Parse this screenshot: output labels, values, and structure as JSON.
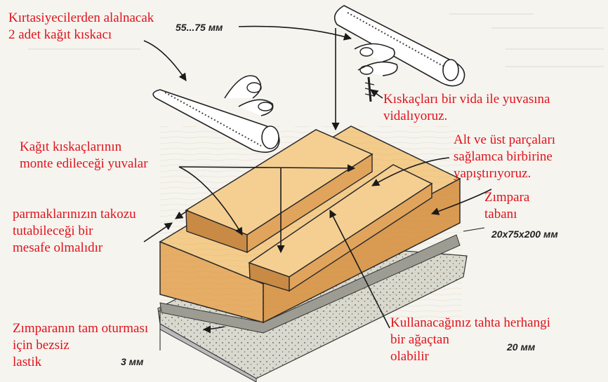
{
  "colors": {
    "label_red": "#e1121b",
    "wood_top": "#f2c98a",
    "wood_side": "#e2a65e",
    "wood_dark": "#c98841",
    "sandpaper": "#dcdcd2",
    "dim_text": "#222222"
  },
  "labels": {
    "clip_source": [
      "Kırtasiyecilerden alalnacak",
      "2 adet kağıt kıskacı"
    ],
    "screw_note": [
      "Kıskaçları bir vida ile yuvasına",
      "vidalıyoruz."
    ],
    "slots": [
      "Kağıt kıskaçlarının",
      "monte edileceği yuvalar"
    ],
    "glue_note": [
      "Alt ve üst parçaları",
      "sağlamca birbirine",
      "yapıştırıyoruz."
    ],
    "base_name": [
      "Zımpara",
      "tabanı"
    ],
    "finger_gap": [
      "parmaklarınızın takozu",
      "tutabileceği bir",
      "mesafe olmalıdır"
    ],
    "rubber_note": [
      "Zımparanın tam oturması",
      "için bezsiz",
      "lastik"
    ],
    "wood_note": [
      "Kullanacağınız tahta herhangi",
      "bir ağaçtan",
      "olabilir"
    ]
  },
  "dimensions": {
    "clip_spacing": "55...75 мм",
    "base_size": "20x75x200 мм",
    "rubber_thickness": "3 мм",
    "edge_gap": "20 мм"
  }
}
